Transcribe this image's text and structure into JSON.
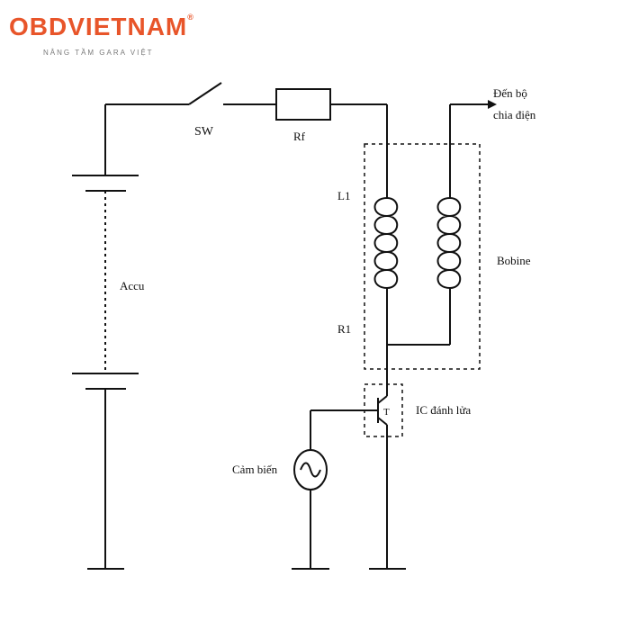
{
  "logo": {
    "brand_prefix": "OBD",
    "brand_name": "VIETNAM",
    "registered": "®",
    "tagline": "NÂNG TẦM GARA VIỆT",
    "color": "#e8552a"
  },
  "diagram": {
    "labels": {
      "switch": "SW",
      "resistor_top": "Rf",
      "primary_coil": "L1",
      "primary_resistance": "R1",
      "battery": "Accu",
      "coil_box": "Bobine",
      "output_line1": "Đến bộ",
      "output_line2": "chia điện",
      "ic": "IC đánh lửa",
      "transistor": "T",
      "sensor": "Cảm biến"
    },
    "line_color": "#111111"
  }
}
